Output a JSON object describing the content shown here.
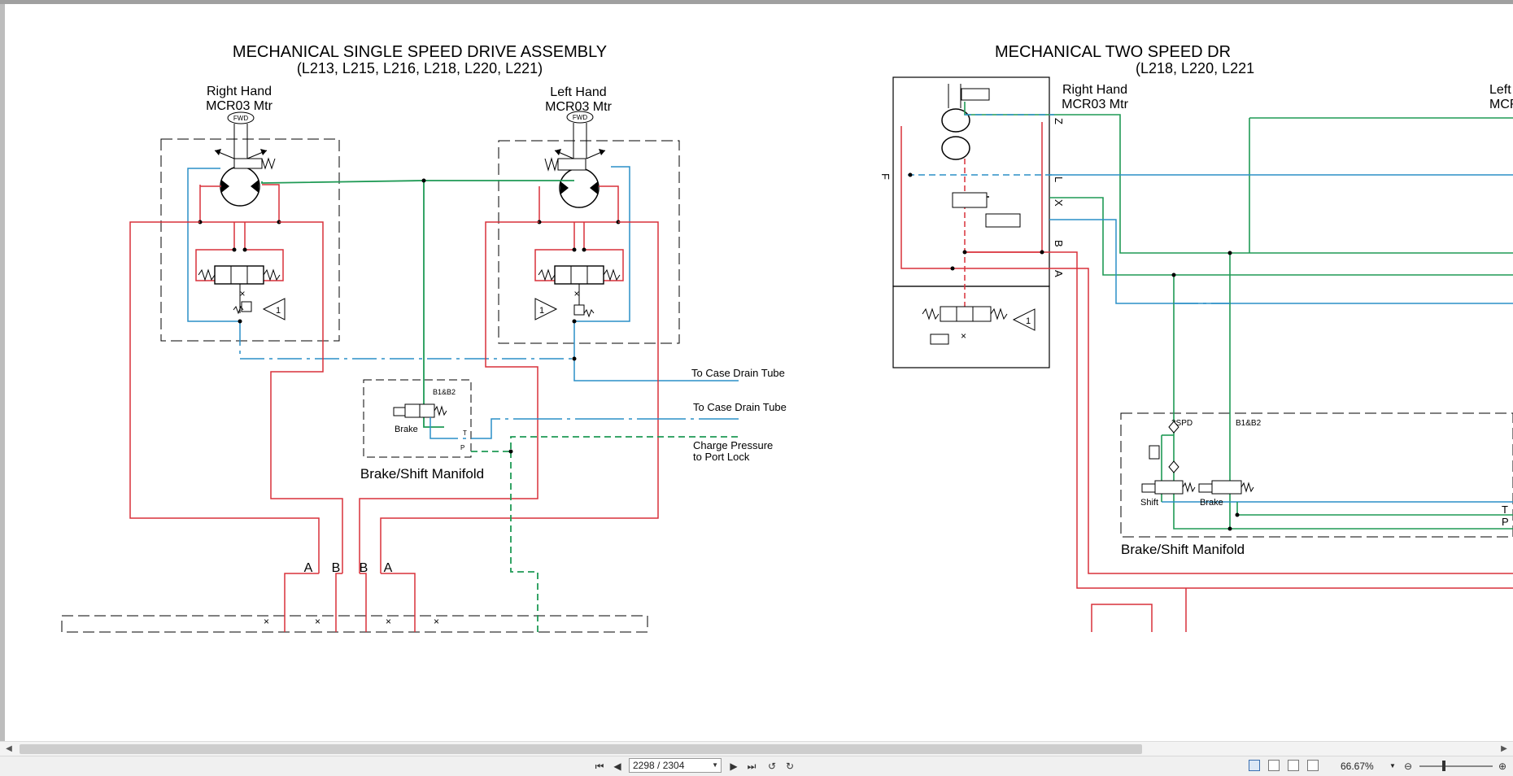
{
  "viewer": {
    "page_current": "2298 / 2304",
    "zoom": "66.67%",
    "zoom_dropdown_icon": "chevron-down-icon"
  },
  "diagram": {
    "left_title": "MECHANICAL SINGLE SPEED DRIVE ASSEMBLY",
    "left_subtitle": "(L213, L215, L216, L218, L220, L221)",
    "right_title": "MECHANICAL TWO SPEED DR",
    "right_subtitle": "(L218, L220, L221",
    "rh_label_1": "Right Hand",
    "rh_label_2": "MCR03 Mtr",
    "lh_label_1": "Left Hand",
    "lh_label_2": "MCR03 Mtr",
    "rh2_label_1": "Right Hand",
    "rh2_label_2": "MCR03 Mtr",
    "lh2_label_1": "Left",
    "lh2_label_2": "MCR",
    "fwd": "FWD",
    "one": "1",
    "b1b2": "B1&B2",
    "brake": "Brake",
    "t": "T",
    "p": "P",
    "manifold": "Brake/Shift Manifold",
    "case_drain_1": "To Case Drain Tube",
    "case_drain_2": "To Case Drain Tube",
    "charge_1": "Charge Pressure",
    "charge_2": "to Port Lock",
    "port_a": "A",
    "port_b": "B",
    "port_z": "Z",
    "port_l": "L",
    "port_x": "X",
    "port_f": "F",
    "spd2": "2SPD",
    "shift": "Shift",
    "x_mark": "×"
  },
  "colors": {
    "red": "#d9303a",
    "green": "#1f9a55",
    "blue": "#2a8fc7",
    "black": "#000000"
  }
}
